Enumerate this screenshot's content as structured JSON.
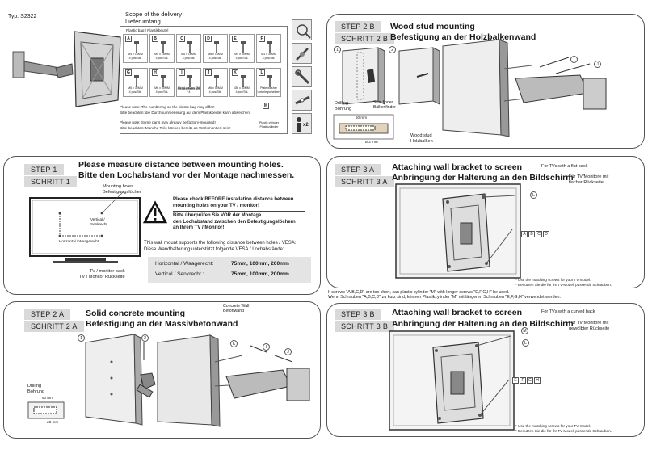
{
  "model": "Typ: S2322",
  "scope": {
    "title": "Scope of the delivery",
    "subtitle": "Lieferumfang",
    "bag_label": "Plastic bag / Plastikbeutel",
    "screws": [
      {
        "letter": "A",
        "text1": "M4 x 16MM",
        "text2": "4 pcs/Stk."
      },
      {
        "letter": "B",
        "text1": "M5 x 16MM",
        "text2": "4 pcs/Stk."
      },
      {
        "letter": "C",
        "text1": "M6 x 16MM",
        "text2": "4 pcs/Stk."
      },
      {
        "letter": "D",
        "text1": "M8 x 16MM",
        "text2": "4 pcs/Stk."
      },
      {
        "letter": "E",
        "text1": "M4 x 30MM",
        "text2": "4 pcs/Stk."
      },
      {
        "letter": "F",
        "text1": "M4 x 30MM",
        "text2": "4 pcs/Stk."
      },
      {
        "letter": "G",
        "text1": "M6 x 30MM",
        "text2": "4 pcs/Stk."
      },
      {
        "letter": "H",
        "text1": "M6 x 30MM",
        "text2": "4 pcs/Stk."
      },
      {
        "letter": "I",
        "text1": "Metal washer Ø6",
        "text2": "Metallscheibe Ø6 / 4"
      },
      {
        "letter": "J",
        "text1": "M6 x 50MM",
        "text2": "4 pcs/Stk."
      },
      {
        "letter": "K",
        "text1": "Ø8 x 40MM",
        "text2": "4 pcs/Stk."
      },
      {
        "letter": "L",
        "text1": "Plate washer",
        "text2": "Unterlegscheiben"
      }
    ],
    "cyl": {
      "letter": "M",
      "text1": "Plastic cylinder",
      "text2": "Plastikzylinder"
    },
    "notes": [
      "Please note: The numbering on the plastic bag may differ!",
      "Bitte beachten: die Durchnummerierung auf dem Plastikbeutel kann abweichen!",
      "Please note: Some parts may already be factory-mounted!",
      "Bitte beachten: Manche Teile können bereits ab Werk montiert sein!"
    ],
    "tool_icons": [
      "drill-icon",
      "screwdriver-icon",
      "wrench-icon",
      "level-icon",
      "two-persons-icon"
    ],
    "persons_label": "x2"
  },
  "step1": {
    "tag_en": "STEP   1",
    "tag_de": "SCHRITT 1",
    "title_en": "Please measure distance between mounting holes.",
    "title_de": "Bitte den Lochabstand vor der Montage nachmessen.",
    "holes_label1": "Mounting holes",
    "holes_label2": "Befestigungslöcher",
    "vertical_label1": "Vertical /",
    "vertical_label2": "Senkrecht",
    "horizontal_label": "Horizontal / Waagerecht",
    "back_label1": "TV / monitor back",
    "back_label2": "TV / Monitor Rückseite",
    "warn_en1": "Please check BEFORE installation distance between",
    "warn_en2": "mounting holes on your TV / monitor!",
    "warn_de1": "Bitte überprüfen Sie VOR der Montage",
    "warn_de2": "den Lochabstand zwischen den Befestigungslöchern",
    "warn_de3": "an Ihrem TV / Monitor!",
    "vesa_en": "This wall mount supports the following distance between holes / VESA:",
    "vesa_de": "Diese Wandhalterung unterstützt folgende VESA / Lochabstände:",
    "h_label": "Horizontal / Waagerecht:",
    "h_value": "75mm, 100mm, 200mm",
    "v_label": "Vertical / Senkrecht :",
    "v_value": "75mm, 100mm, 200mm"
  },
  "step2a": {
    "tag_en": "STEP   2 A",
    "tag_de": "SCHRITT 2 A",
    "title_en": "Solid concrete mounting",
    "title_de": "Befestigung an der Massivbetonwand",
    "n1": "1",
    "n2": "2",
    "wall_label1": "Concrete Wall",
    "wall_label2": "Betonwand",
    "drill_label1": "Drilling",
    "drill_label2": "Bohrung",
    "depth": "50 mm",
    "diam": "ø8  mm",
    "k": "K",
    "i": "I",
    "j": "J"
  },
  "step2b": {
    "tag_en": "STEP   2  B",
    "tag_de": "SCHRITT 2 B",
    "title_en": "Wood stud mounting",
    "title_de": "Befestigung an der Holzbalkenwand",
    "n1": "1",
    "n2": "2",
    "finder1": "Stud finder",
    "finder2": "Balkenfinder",
    "drill_label1": "Drilling",
    "drill_label2": "Bohrung",
    "depth": "50 mm",
    "diam": "ø 3 mm",
    "stud1": "Wood stud",
    "stud2": "Holzbalken",
    "i": "I",
    "j": "J"
  },
  "step3a": {
    "tag_en": "STEP  3 A",
    "tag_de": "SCHRITT 3 A",
    "title_en": "Attaching wall bracket to screen",
    "title_en_small": "For TVs with a flat back",
    "title_de": "Anbringung der Halterung an den Bildschirm",
    "title_de_small1": "Für TV/Monitore mit",
    "title_de_small2": "flacher Rückseite",
    "l": "L",
    "letters": [
      "A",
      "B",
      "C",
      "D"
    ],
    "note_en": "* Use the matching screws for your TV model.",
    "note_de": "* Benutzen Sie die für Ihr TV-Modell passende Schrauben.",
    "hint_en": "If screws \"A,B,C,D\" are too short, can plastic cylinder \"M\" with longer screws \"E,F,G,H\" be used.",
    "hint_de": "Wenn Schrauben   \"A,B,C,D\" zu kurz sind,  können Plastikzylinder \"M\" mit längeren Schrauben \"E,F,G,H\" verwendet werden."
  },
  "step3b": {
    "tag_en": "STEP  3 B",
    "tag_de": "SCHRITT 3 B",
    "title_en": "Attaching wall bracket to screen",
    "title_en_small": "For TVs with a curved back",
    "title_de": "Anbringung der Halterung an den Bildschirm",
    "title_de_small1": "Für TV/Monitore mit",
    "title_de_small2": "gewölbter Rückseite",
    "m": "M",
    "l": "L",
    "letters": [
      "E",
      "F",
      "G",
      "H"
    ],
    "note_en": "* Use the matching screws for your TV model.",
    "note_de": "* Benutzen Sie die für Ihr TV-Modell passende Schrauben."
  }
}
